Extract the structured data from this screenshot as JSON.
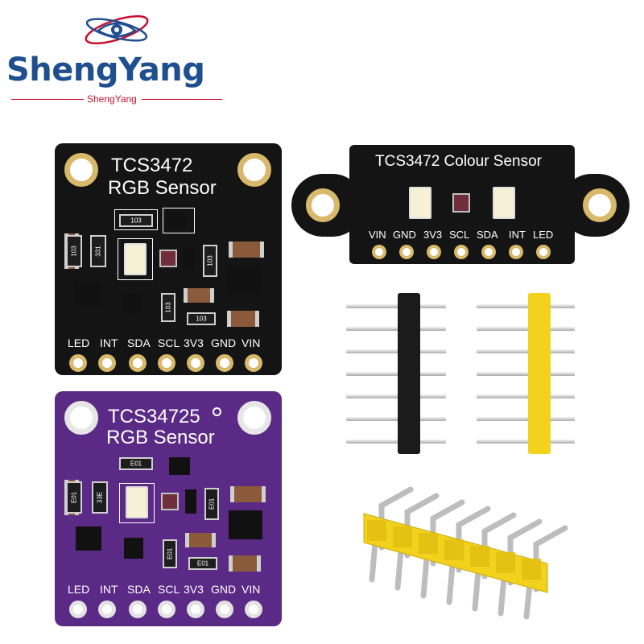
{
  "brand": {
    "name": "ShengYang",
    "subtitle": "ShengYang"
  },
  "board_black": {
    "title_line1": "TCS3472",
    "title_line2": "RGB Sensor",
    "pins": [
      "LED",
      "INT",
      "SDA",
      "SCL",
      "3V3",
      "GND",
      "VIN"
    ],
    "resistor_labels": [
      "103",
      "103",
      "331",
      "103",
      "103",
      "103"
    ]
  },
  "board_colour": {
    "title": "TCS3472 Colour Sensor",
    "pins": [
      "VIN",
      "GND",
      "3V3",
      "SCL",
      "SDA",
      "INT",
      "LED"
    ]
  },
  "board_purple": {
    "title_line1": "TCS34725",
    "title_line2": "RGB Sensor",
    "pins": [
      "LED",
      "INT",
      "SDA",
      "SCL",
      "3V3",
      "GND",
      "VIN"
    ],
    "resistor_labels": [
      "E01",
      "E01",
      "33E",
      "E01",
      "E01",
      "E01"
    ]
  },
  "colors": {
    "brand_blue": "#1f4f8f",
    "brand_red": "#c8102e",
    "pcb_black": "#141414",
    "pcb_purple": "#5b2a86",
    "header_yellow": "#f2d21c",
    "pad_gold": "#d8b86a"
  },
  "icons": {
    "logo": "eye-orbit-logo-icon"
  }
}
